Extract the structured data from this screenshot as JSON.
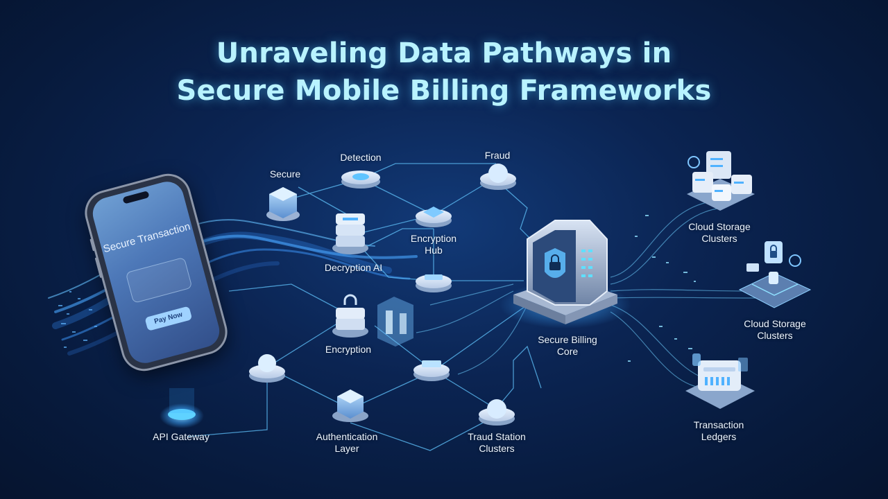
{
  "title": {
    "line1": "Unraveling Data Pathways in",
    "line2": "Secure Mobile Billing Frameworks"
  },
  "phone": {
    "screen_text": "Secure Transaction",
    "button_label": "Pay Now"
  },
  "nodes": {
    "detection": "Detection",
    "fraud": "Fraud",
    "secure": "Secure",
    "encryption_hub": "Encryption Hub",
    "decryption_ai": "Decryption AI",
    "encryption": "Encryption",
    "secure_billing_core": "Secure Billing Core",
    "api_gateway": "API Gateway",
    "authentication_layer": "Authentication Layer",
    "traud_station_clusters": "Traud Station Clusters",
    "cloud_storage_1": "Cloud Storage Clusters",
    "cloud_storage_2": "Cloud Storage Clusters",
    "transaction_ledgers": "Transaction Ledgers"
  },
  "colors": {
    "accent": "#4fc3ff",
    "title": "#b9f3ff",
    "background": "#0b2452"
  }
}
